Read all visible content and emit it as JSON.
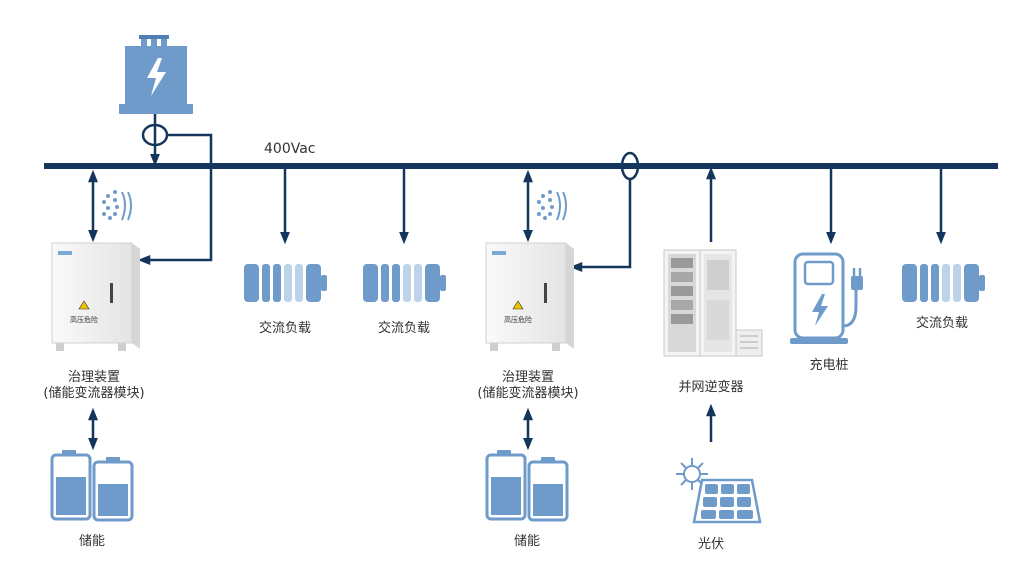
{
  "bus": {
    "voltage_label": "400Vac"
  },
  "nodes": {
    "governance_left": {
      "line1": "治理装置",
      "line2": "(储能变流器模块)"
    },
    "governance_right": {
      "line1": "治理装置",
      "line2": "(储能变流器模块)"
    },
    "storage_left": {
      "label": "储能"
    },
    "storage_right": {
      "label": "储能"
    },
    "ac_load_1": {
      "label": "交流负载"
    },
    "ac_load_2": {
      "label": "交流负载"
    },
    "ac_load_3": {
      "label": "交流负载"
    },
    "inverter": {
      "label": "并网逆变器"
    },
    "pv": {
      "label": "光伏"
    },
    "charger": {
      "label": "充电桩"
    },
    "cabinet_warning": {
      "label": "高压危险"
    }
  },
  "colors": {
    "bus": "#15365c",
    "equipment_blue": "#6f9bcb",
    "equipment_light": "#bcd3ea",
    "cabinet": "#f0f0f0"
  },
  "icons": [
    "transformer-icon",
    "current-sensor-icon",
    "signal-wave-icon",
    "ac-load-icon",
    "battery-icon",
    "inverter-cabinet-icon",
    "solar-panel-icon",
    "charging-pile-icon"
  ]
}
